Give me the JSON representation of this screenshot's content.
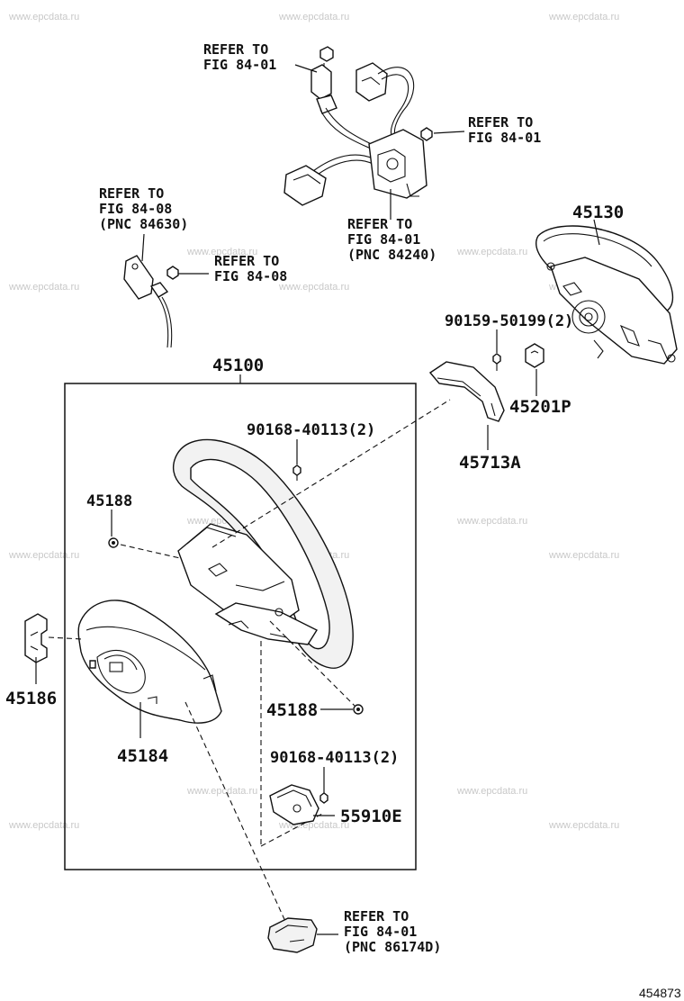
{
  "watermark": "www.epcdata.ru",
  "diagram_id": "454873",
  "labels": {
    "ref_top_left": [
      "REFER TO",
      "FIG 84-01"
    ],
    "ref_top_right": [
      "REFER TO",
      "FIG 84-01"
    ],
    "ref_switch_left": [
      "REFER TO",
      "FIG 84-08",
      "(PNC 84630)"
    ],
    "ref_switch_small": [
      "REFER TO",
      "FIG 84-08"
    ],
    "ref_cable": [
      "REFER TO",
      "FIG 84-01",
      "(PNC 84240)"
    ],
    "ref_bottom": [
      "REFER TO",
      "FIG 84-01",
      "(PNC 86174D)"
    ]
  },
  "part_numbers": {
    "airbag": "45130",
    "screw_a": "90159-50199(2)",
    "nut": "45201P",
    "cover_a": "45713A",
    "wheel": "45100",
    "screw_b": "90168-40113(2)",
    "bolt_top": "45188",
    "bolt_bottom": "45188",
    "clip": "45186",
    "lower_cover": "45184",
    "screw_c": "90168-40113(2)",
    "switch_e": "55910E"
  }
}
